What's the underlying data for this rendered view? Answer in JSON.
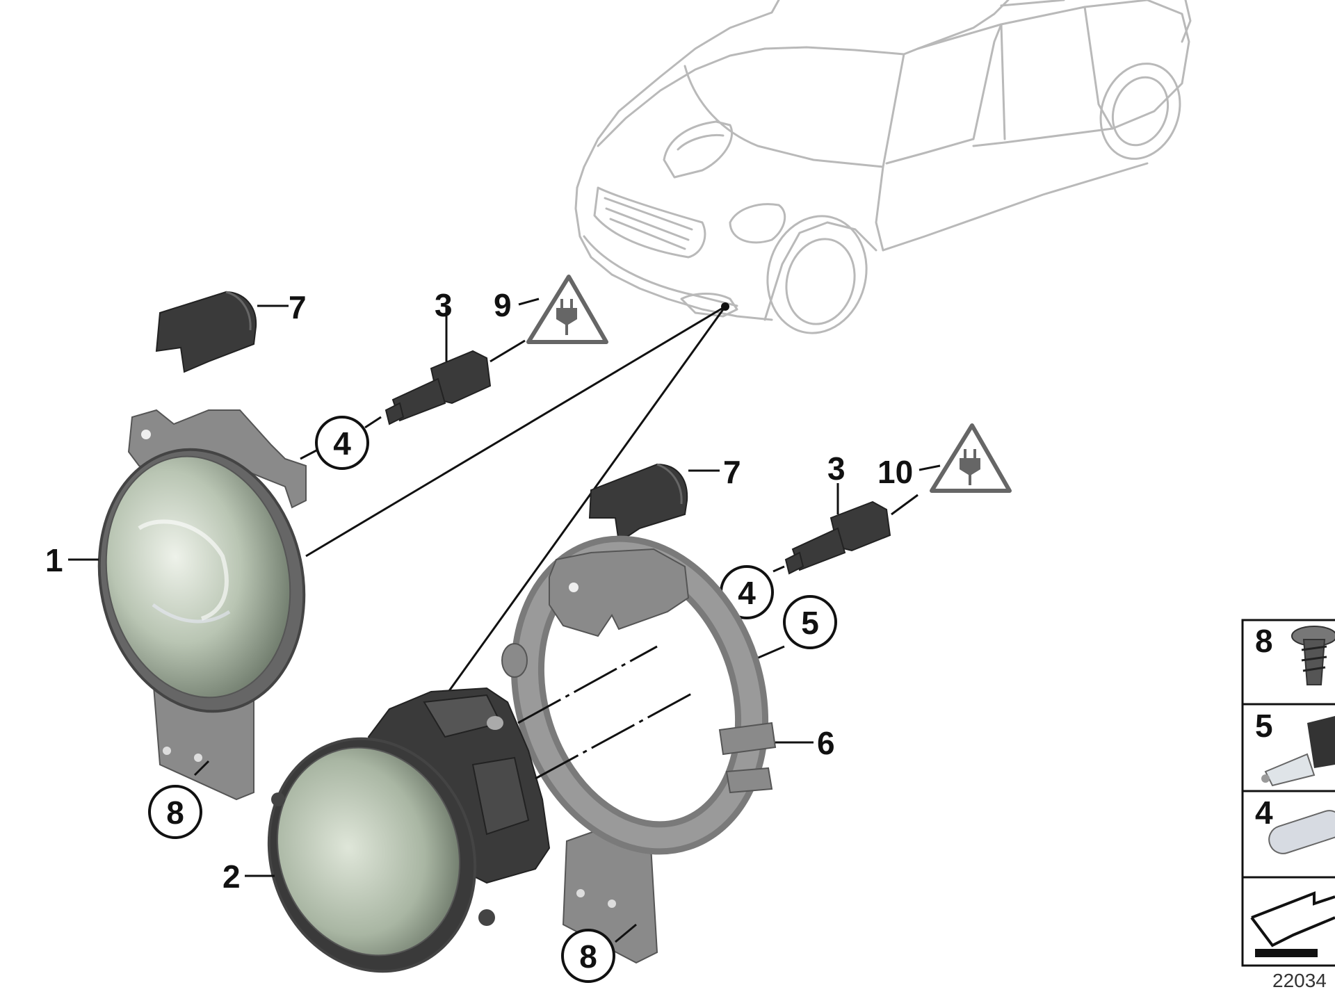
{
  "callouts": {
    "c1": "1",
    "c2": "2",
    "c3a": "3",
    "c3b": "3",
    "c4a": "4",
    "c4b": "4",
    "c5": "5",
    "c6": "6",
    "c7a": "7",
    "c7b": "7",
    "c8a": "8",
    "c8b": "8",
    "c9": "9",
    "c10": "10"
  },
  "legend": {
    "items": [
      {
        "number": "8",
        "icon": "screw-icon"
      },
      {
        "number": "5",
        "icon": "bulb-h-type-icon"
      },
      {
        "number": "4",
        "icon": "bulb-capsule-icon"
      },
      {
        "number": "",
        "icon": "vehicle-position-arrow-icon"
      }
    ]
  },
  "diagram_code": "22034",
  "colors": {
    "car_outline": "#b9b9b9",
    "part_dark": "#3a3a3a",
    "bracket_grey": "#8a8a8a",
    "lens_green": "#b8c6b0",
    "warning_triangle": "#666666"
  }
}
